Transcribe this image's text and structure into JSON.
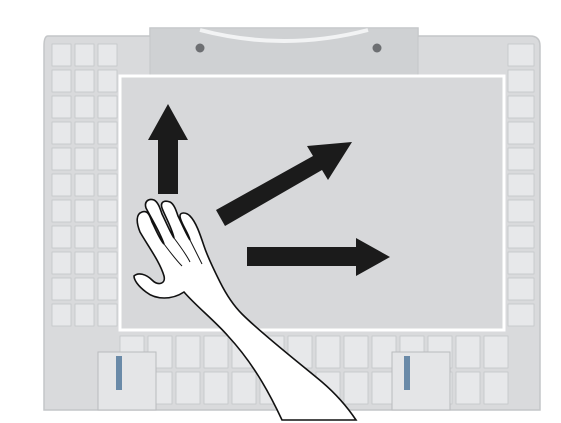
{
  "illustration": {
    "subject": "scanner-lid-underside",
    "colors": {
      "frame": "#d9dadc",
      "frame_shadow": "#c4c6c8",
      "rib": "#e7e8ea",
      "mat": "#d7d8da",
      "mat_border": "#ffffff",
      "hinge_tab": "#cfd1d3",
      "arrow": "#1b1b1b",
      "hand_fill": "#ffffff",
      "hand_stroke": "#111111",
      "hinge_accent": "#6a8aa8"
    },
    "arrows": [
      "arrow-up",
      "arrow-up-right",
      "arrow-right"
    ]
  }
}
